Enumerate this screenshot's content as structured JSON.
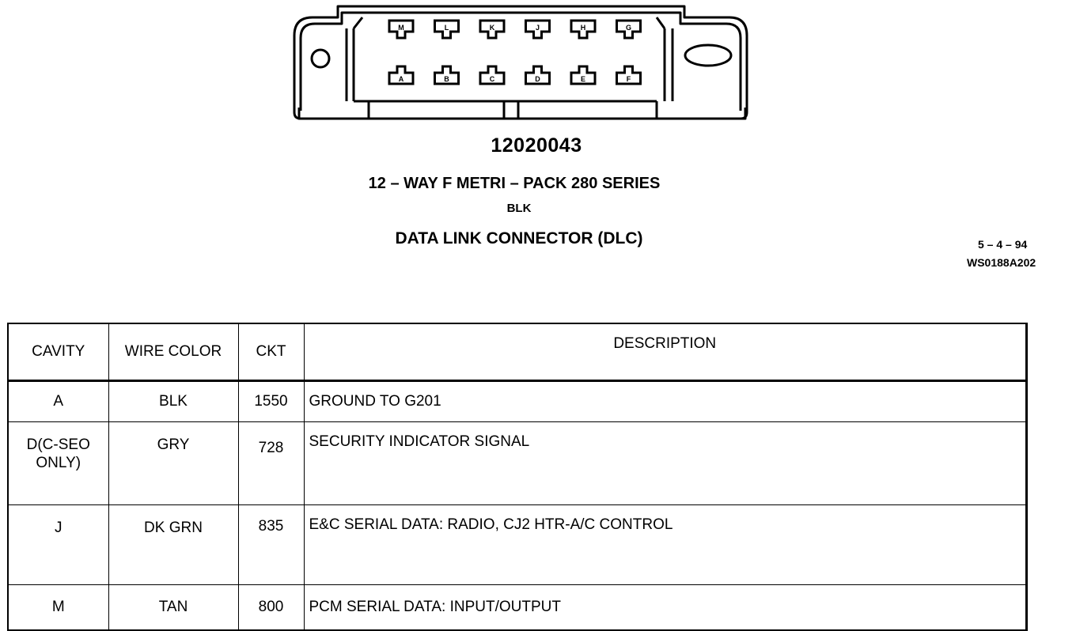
{
  "connector": {
    "top_row_pins": [
      "M",
      "L",
      "K",
      "J",
      "H",
      "G"
    ],
    "bottom_row_pins": [
      "A",
      "B",
      "C",
      "D",
      "E",
      "F"
    ]
  },
  "header": {
    "part_number": "12020043",
    "series": "12 – WAY F METRI – PACK 280 SERIES",
    "color": "BLK",
    "name": "DATA LINK CONNECTOR (DLC)",
    "date": "5 – 4 – 94",
    "code": "WS0188A202"
  },
  "table": {
    "headers": {
      "cavity": "CAVITY",
      "wire_color": "WIRE COLOR",
      "ckt": "CKT",
      "description": "DESCRIPTION"
    },
    "rows": [
      {
        "cavity": "A",
        "wire_color": "BLK",
        "ckt": "1550",
        "description": "GROUND TO G201"
      },
      {
        "cavity": "D(C-SEO ONLY)",
        "wire_color": "GRY",
        "ckt": "728",
        "description": "SECURITY INDICATOR SIGNAL"
      },
      {
        "cavity": "J",
        "wire_color": "DK GRN",
        "ckt": "835",
        "description": "E&C SERIAL DATA: RADIO, CJ2 HTR-A/C CONTROL"
      },
      {
        "cavity": "M",
        "wire_color": "TAN",
        "ckt": "800",
        "description": "PCM SERIAL DATA: INPUT/OUTPUT"
      }
    ]
  }
}
